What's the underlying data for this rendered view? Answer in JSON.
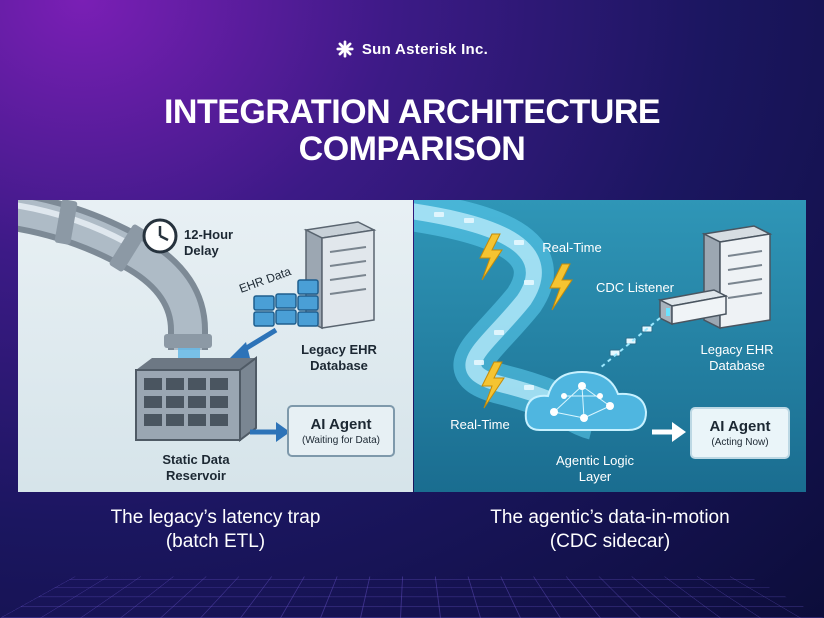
{
  "brand": {
    "name": "Sun Asterisk Inc.",
    "icon": "sun-asterisk-icon"
  },
  "title": {
    "line1": "INTEGRATION ARCHITECTURE",
    "line2": "COMPARISON"
  },
  "left_panel": {
    "delay_label": "12-Hour\nDelay",
    "ehr_data_label": "EHR Data",
    "database_label": "Legacy EHR\nDatabase",
    "reservoir_label": "Static Data\nReservoir",
    "agent_title": "AI Agent",
    "agent_status": "(Waiting for Data)",
    "caption_line1": "The legacy’s latency trap",
    "caption_line2": "(batch ETL)"
  },
  "right_panel": {
    "realtime_top": "Real-Time",
    "cdc_label": "CDC Listener",
    "database_label": "Legacy EHR\nDatabase",
    "realtime_bottom": "Real-Time",
    "logic_label": "Agentic Logic\nLayer",
    "agent_title": "AI Agent",
    "agent_status": "(Acting Now)",
    "caption_line1": "The agentic’s data-in-motion",
    "caption_line2": "(CDC sidecar)"
  },
  "colors": {
    "bg_top": "#7a1fb5",
    "bg_bottom": "#0c0d3a",
    "left_panel_bg": "#e8f0f4",
    "right_panel_bg": "#2f96b7",
    "lightning": "#f5c431"
  }
}
